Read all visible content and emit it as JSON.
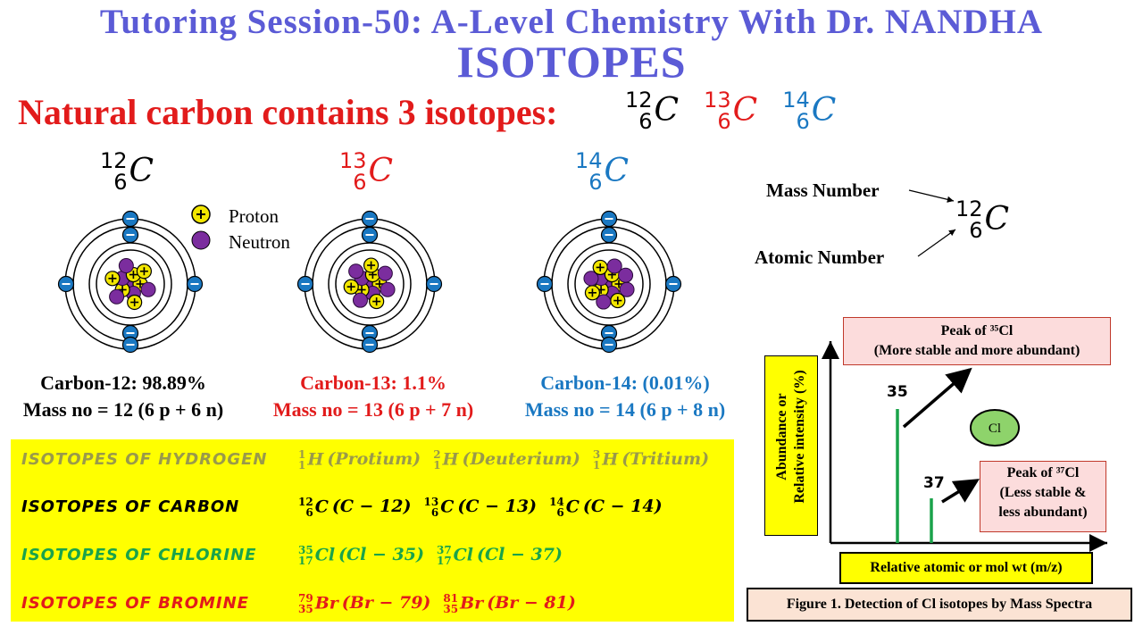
{
  "header": {
    "title": "Tutoring Session-50: A-Level Chemistry With Dr. NANDHA",
    "subtitle": "ISOTOPES",
    "headline": "Natural carbon contains 3 isotopes:"
  },
  "colors": {
    "title": "#5b5bd6",
    "red": "#e21b1b",
    "blue": "#1a78c2",
    "green": "#1aa34a",
    "proton": "#f2e600",
    "neutron": "#7b2d9e",
    "electron": "#1a78c2",
    "highlight": "#ffff00"
  },
  "header_nuclides": [
    {
      "mass": "12",
      "z": "6",
      "sym": "C",
      "color": "#000000"
    },
    {
      "mass": "13",
      "z": "6",
      "sym": "C",
      "color": "#e21b1b"
    },
    {
      "mass": "14",
      "z": "6",
      "sym": "C",
      "color": "#1a78c2"
    }
  ],
  "atoms": [
    {
      "mass": "12",
      "z": "6",
      "sym": "C",
      "color": "#000000",
      "caption1": "Carbon-12: 98.89%",
      "caption2": "Mass no = 12 (6 p + 6 n)",
      "neutrons": 6
    },
    {
      "mass": "13",
      "z": "6",
      "sym": "C",
      "color": "#e21b1b",
      "caption1": "Carbon-13: 1.1%",
      "caption2": "Mass no = 13 (6 p + 7 n)",
      "neutrons": 7
    },
    {
      "mass": "14",
      "z": "6",
      "sym": "C",
      "color": "#1a78c2",
      "caption1": "Carbon-14: (0.01%)",
      "caption2": "Mass no = 14 (6 p + 8 n)",
      "neutrons": 8
    }
  ],
  "legend": {
    "proton": "Proton",
    "neutron": "Neutron"
  },
  "notation": {
    "mass_label": "Mass Number",
    "atomic_label": "Atomic Number",
    "mass": "12",
    "z": "6",
    "sym": "C"
  },
  "isotope_table": [
    {
      "name": "ISOTOPES OF HYDROGEN",
      "color": "#9a9a4a",
      "items": [
        {
          "mass": "1",
          "z": "1",
          "sym": "H",
          "paren": "(Protium)"
        },
        {
          "mass": "2",
          "z": "1",
          "sym": "H",
          "paren": "(Deuterium)"
        },
        {
          "mass": "3",
          "z": "1",
          "sym": "H",
          "paren": "(Tritium)"
        }
      ]
    },
    {
      "name": "ISOTOPES OF CARBON",
      "color": "#000000",
      "items": [
        {
          "mass": "12",
          "z": "6",
          "sym": "C",
          "paren": "(C − 12)"
        },
        {
          "mass": "13",
          "z": "6",
          "sym": "C",
          "paren": "(C − 13)"
        },
        {
          "mass": "14",
          "z": "6",
          "sym": "C",
          "paren": "(C − 14)"
        }
      ]
    },
    {
      "name": "ISOTOPES OF CHLORINE",
      "color": "#1aa34a",
      "items": [
        {
          "mass": "35",
          "z": "17",
          "sym": "Cl",
          "paren": "(Cl − 35)"
        },
        {
          "mass": "37",
          "z": "17",
          "sym": "Cl",
          "paren": "(Cl − 37)"
        }
      ]
    },
    {
      "name": "ISOTOPES OF BROMINE",
      "color": "#e21b1b",
      "items": [
        {
          "mass": "79",
          "z": "35",
          "sym": "Br",
          "paren": "(Br − 79)"
        },
        {
          "mass": "81",
          "z": "35",
          "sym": "Br",
          "paren": "(Br − 81)"
        }
      ]
    }
  ],
  "spectrum": {
    "peak35_title": "Peak of ³⁵Cl",
    "peak35_desc": "(More stable and more abundant)",
    "peak37_title": "Peak of ³⁷Cl",
    "peak37_desc1": "(Less stable &",
    "peak37_desc2": "less abundant)",
    "label35": "35",
    "label37": "37",
    "cl_label": "Cl",
    "ylabel1": "Abundance or",
    "ylabel2": "Relative intensity (%)",
    "xlabel": "Relative atomic or mol wt (m/z)",
    "figure_caption": "Figure 1. Detection of Cl isotopes by Mass Spectra"
  },
  "chart_data": {
    "type": "bar",
    "categories": [
      "35",
      "37"
    ],
    "values": [
      75,
      25
    ],
    "xlabel": "Relative atomic or mol wt (m/z)",
    "ylabel": "Abundance or Relative intensity (%)"
  }
}
